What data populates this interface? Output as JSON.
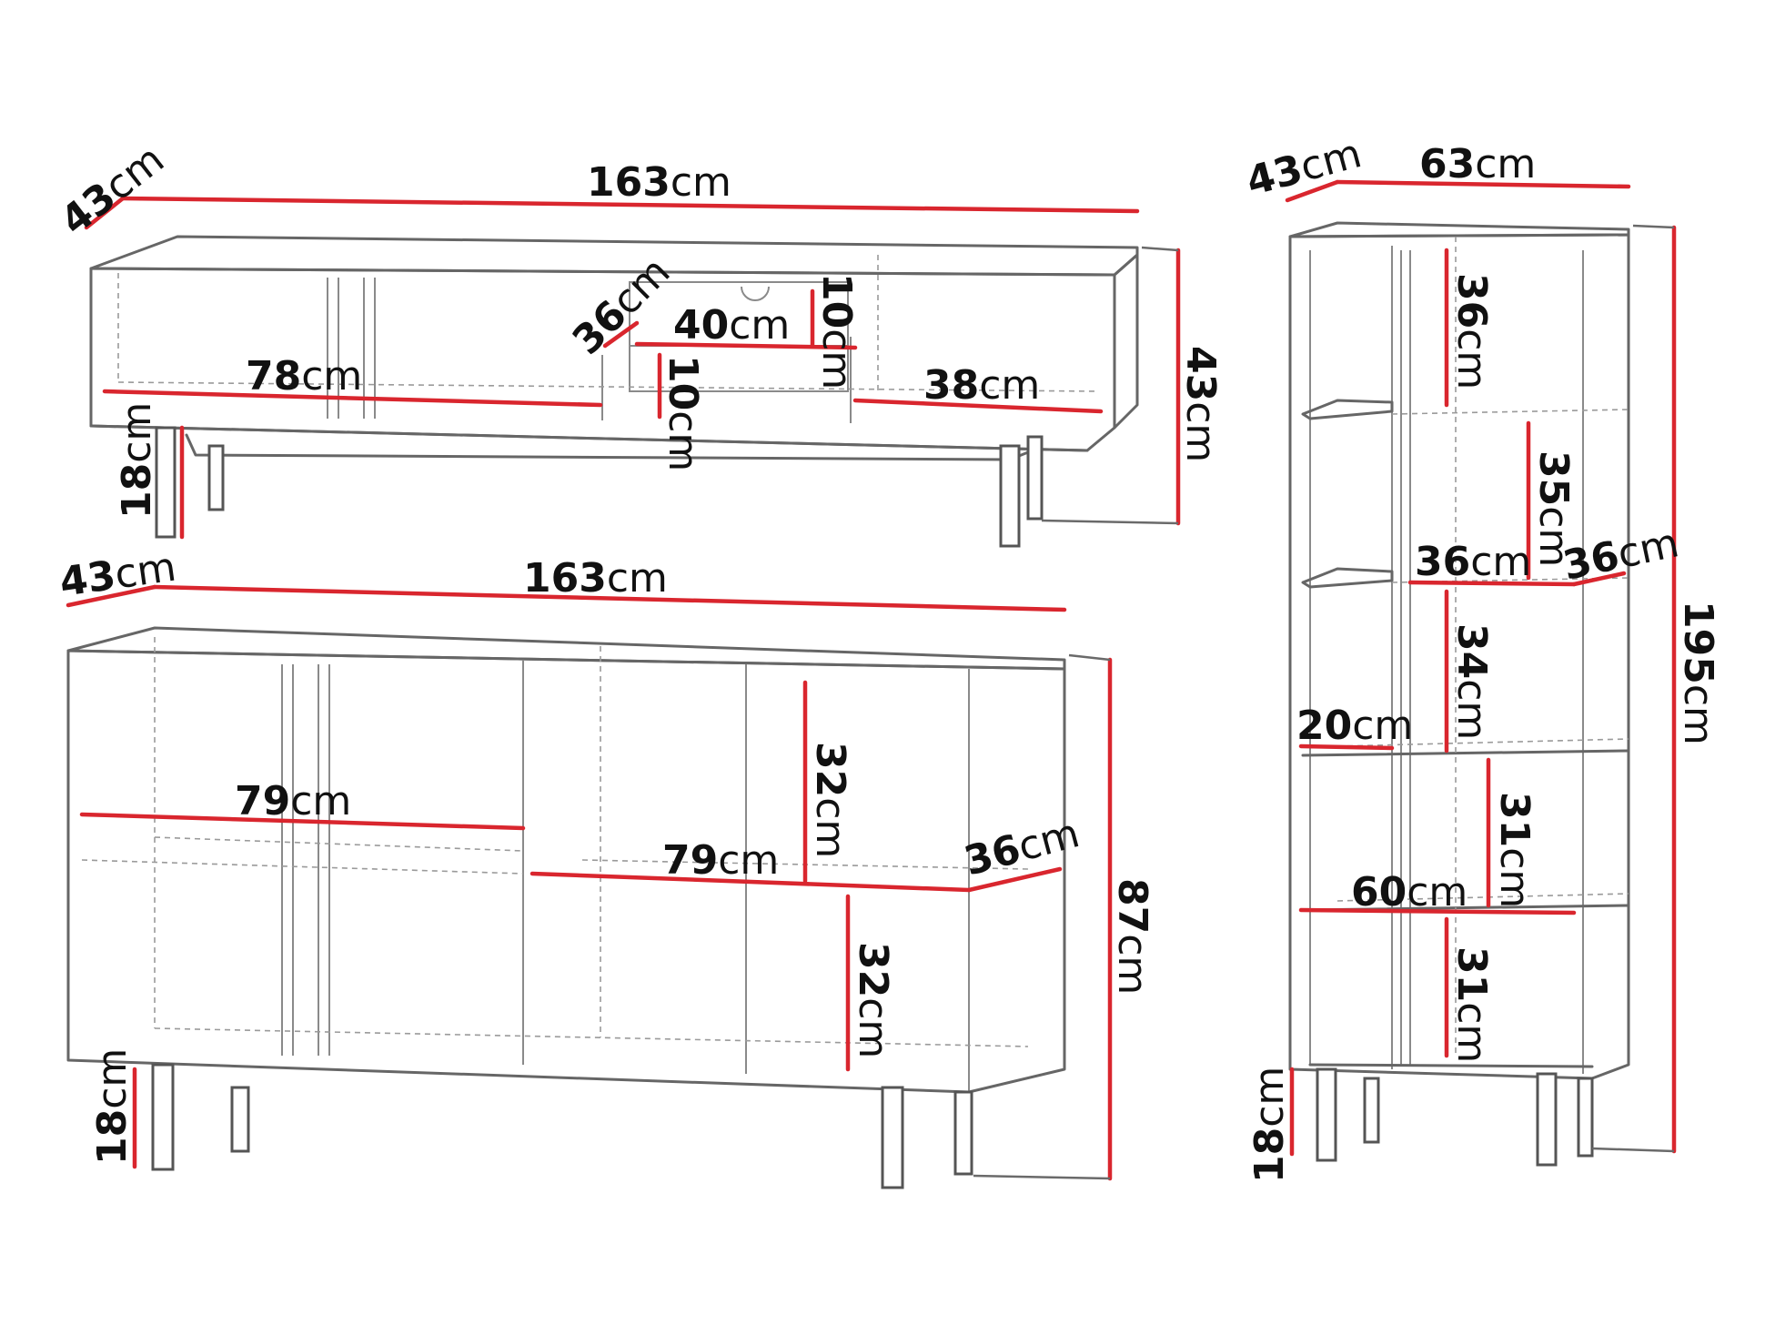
{
  "labels": {
    "tv_depth": {
      "num": "43",
      "unit": "cm"
    },
    "tv_width": {
      "num": "163",
      "unit": "cm"
    },
    "tv_niche_depth": {
      "num": "36",
      "unit": "cm"
    },
    "tv_drawer_width": {
      "num": "40",
      "unit": "cm"
    },
    "tv_drawer_h_top": {
      "num": "10",
      "unit": "cm"
    },
    "tv_drawer_h_bottom": {
      "num": "10",
      "unit": "cm"
    },
    "tv_left_width": {
      "num": "78",
      "unit": "cm"
    },
    "tv_right_width": {
      "num": "38",
      "unit": "cm"
    },
    "tv_height": {
      "num": "43",
      "unit": "cm"
    },
    "tv_leg": {
      "num": "18",
      "unit": "cm"
    },
    "sb_depth": {
      "num": "43",
      "unit": "cm"
    },
    "sb_width": {
      "num": "163",
      "unit": "cm"
    },
    "sb_left_shelf": {
      "num": "79",
      "unit": "cm"
    },
    "sb_right_shelf": {
      "num": "79",
      "unit": "cm"
    },
    "sb_shelf_depth": {
      "num": "36",
      "unit": "cm"
    },
    "sb_upper_h": {
      "num": "32",
      "unit": "cm"
    },
    "sb_lower_h": {
      "num": "32",
      "unit": "cm"
    },
    "sb_height": {
      "num": "87",
      "unit": "cm"
    },
    "sb_leg": {
      "num": "18",
      "unit": "cm"
    },
    "bc_depth": {
      "num": "43",
      "unit": "cm"
    },
    "bc_width": {
      "num": "63",
      "unit": "cm"
    },
    "bc_h1": {
      "num": "36",
      "unit": "cm"
    },
    "bc_h2": {
      "num": "35",
      "unit": "cm"
    },
    "bc_shelf_w": {
      "num": "36",
      "unit": "cm"
    },
    "bc_shelf_d": {
      "num": "36",
      "unit": "cm"
    },
    "bc_h3": {
      "num": "34",
      "unit": "cm"
    },
    "bc_small_shelf": {
      "num": "20",
      "unit": "cm"
    },
    "bc_h4": {
      "num": "31",
      "unit": "cm"
    },
    "bc_wide_shelf": {
      "num": "60",
      "unit": "cm"
    },
    "bc_h5": {
      "num": "31",
      "unit": "cm"
    },
    "bc_height": {
      "num": "195",
      "unit": "cm"
    },
    "bc_leg": {
      "num": "18",
      "unit": "cm"
    }
  }
}
